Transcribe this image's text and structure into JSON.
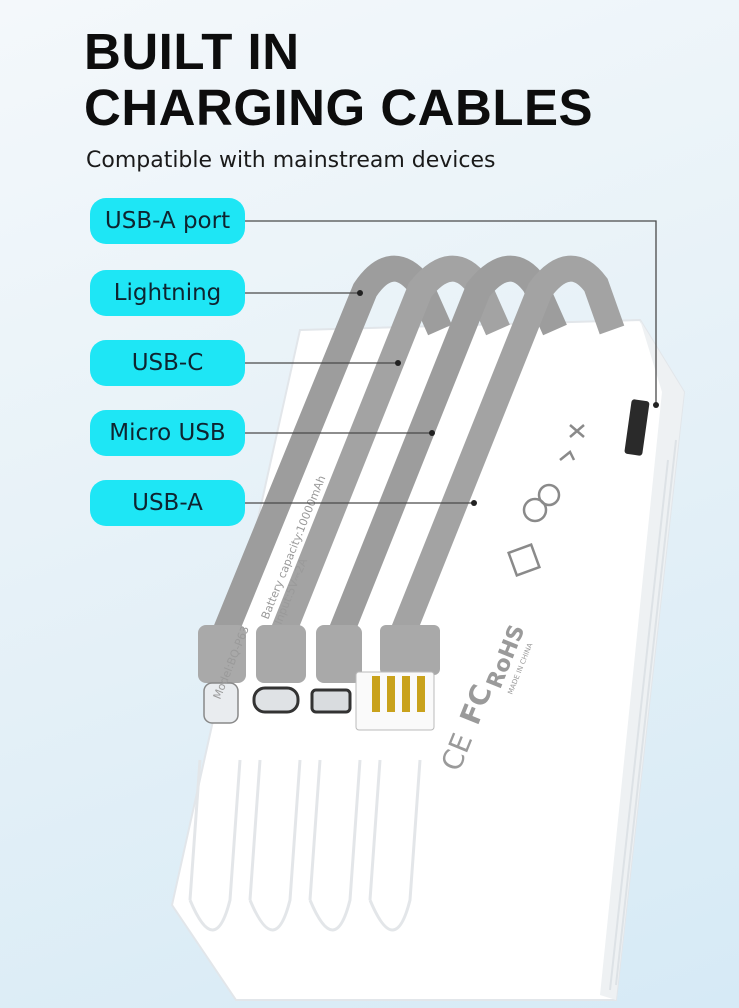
{
  "header": {
    "title_line1": "BUILT IN",
    "title_line2": "CHARGING CABLES",
    "subtitle": "Compatible with mainstream devices"
  },
  "labels": [
    {
      "text": "USB-A port"
    },
    {
      "text": "Lightning"
    },
    {
      "text": "USB-C"
    },
    {
      "text": "Micro USB"
    },
    {
      "text": "USB-A"
    }
  ],
  "device": {
    "model": "Model:BQ-P63",
    "capacity": "Battery capacity:10000mAh",
    "input": "Input:5V⎓2A",
    "rohs": "RoHS",
    "made_in": "MADE IN CHINA",
    "ce": "CE",
    "fc": "FC"
  },
  "colors": {
    "accent": "#1ee6f5",
    "cable": "#9d9d9d",
    "device": "#ffffff"
  }
}
